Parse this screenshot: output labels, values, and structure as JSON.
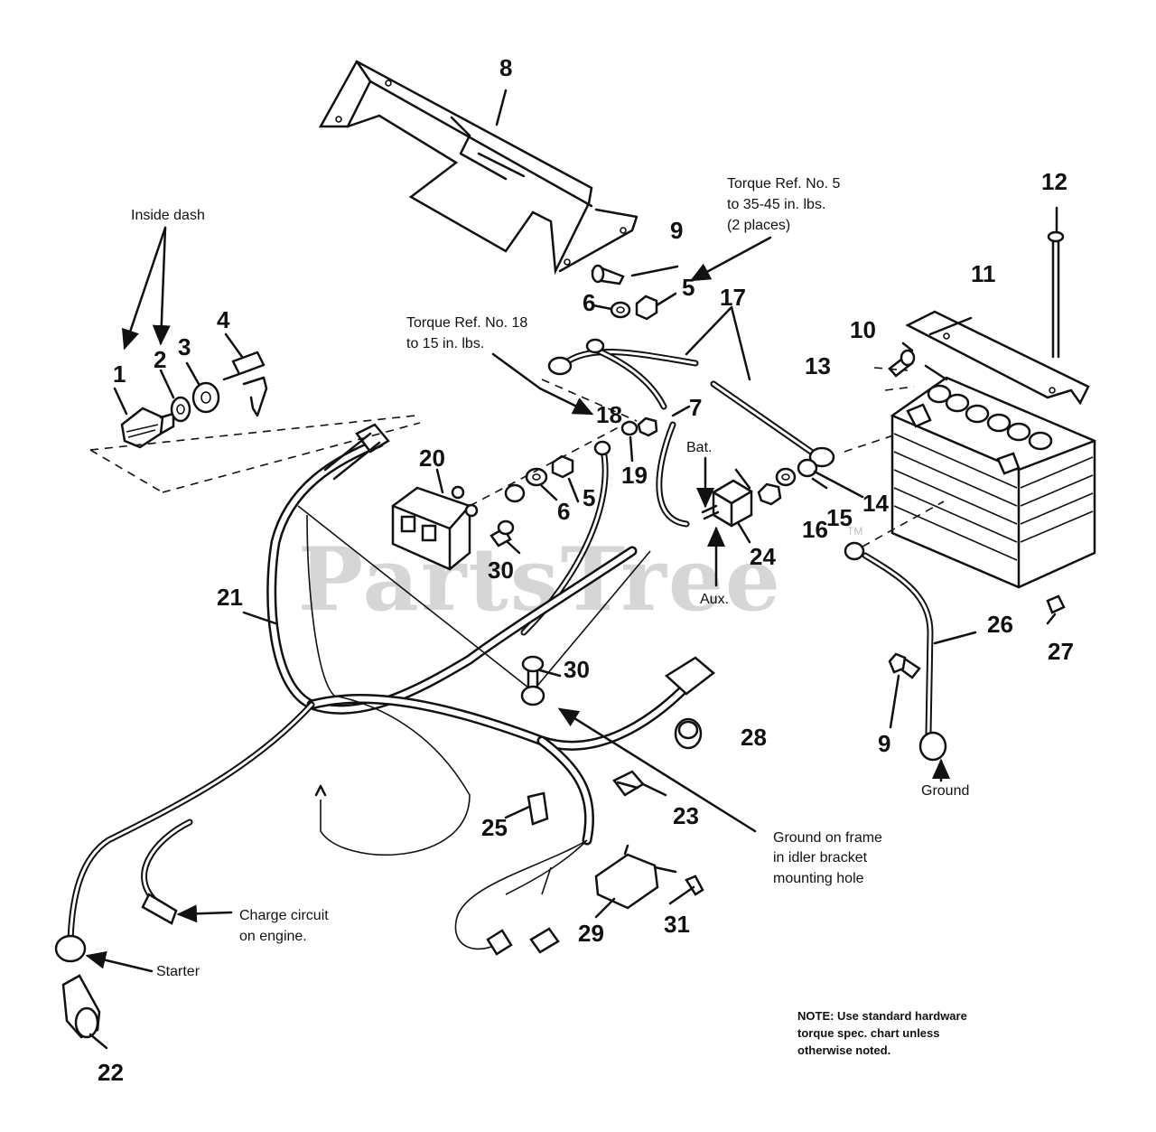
{
  "watermark": {
    "text": "PartsTree",
    "tm": "TM"
  },
  "part_numbers": {
    "n1": "1",
    "n2": "2",
    "n3": "3",
    "n4": "4",
    "n5a": "5",
    "n5b": "5",
    "n6a": "6",
    "n6b": "6",
    "n7": "7",
    "n8": "8",
    "n9a": "9",
    "n9b": "9",
    "n10": "10",
    "n11": "11",
    "n12": "12",
    "n13": "13",
    "n14": "14",
    "n15": "15",
    "n16": "16",
    "n17": "17",
    "n18": "18",
    "n19": "19",
    "n20": "20",
    "n21": "21",
    "n22": "22",
    "n23": "23",
    "n24": "24",
    "n25": "25",
    "n26": "26",
    "n27": "27",
    "n28": "28",
    "n29": "29",
    "n30a": "30",
    "n30b": "30",
    "n31": "31"
  },
  "annotations": {
    "inside_dash": "Inside dash",
    "torque5_l1": "Torque Ref. No. 5",
    "torque5_l2": "to 35-45 in. lbs.",
    "torque5_l3": "(2 places)",
    "torque18_l1": "Torque Ref. No. 18",
    "torque18_l2": "to 15 in. lbs.",
    "bat": "Bat.",
    "aux": "Aux.",
    "ground": "Ground",
    "ground_frame_l1": "Ground on frame",
    "ground_frame_l2": "in idler bracket",
    "ground_frame_l3": "mounting hole",
    "charge_l1": "Charge circuit",
    "charge_l2": "on engine.",
    "starter": "Starter",
    "note_l1": "NOTE: Use standard hardware",
    "note_l2": "torque spec. chart unless",
    "note_l3": "otherwise noted."
  },
  "colors": {
    "ink": "#111111",
    "paper": "#ffffff",
    "watermark": "#c9c9c9"
  }
}
